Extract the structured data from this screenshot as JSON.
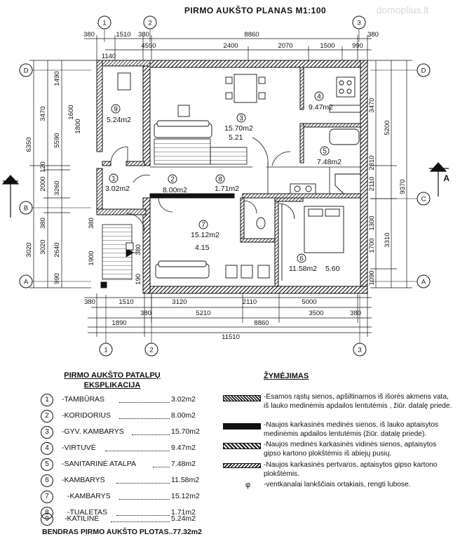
{
  "plan": {
    "title": "PIRMO AUKŠTO PLANAS M1:100",
    "watermark": "domoplius.lt",
    "section_marker": "A",
    "axes_vertical": [
      "1",
      "2",
      "3"
    ],
    "axes_horizontal": [
      "D",
      "C",
      "B",
      "A"
    ],
    "top_dims_row1": [
      "380",
      "1510",
      "380",
      "8860",
      "380"
    ],
    "top_dims_row2": [
      "1140",
      "4550",
      "2400",
      "2070",
      "1500",
      "990"
    ],
    "bottom_dims_row1": [
      "380",
      "1510",
      "3120",
      "2110",
      "5000"
    ],
    "bottom_dims_row2": [
      "380",
      "5210",
      "3500",
      "380"
    ],
    "bottom_dims_row3": [
      "1890",
      "8860"
    ],
    "bottom_dims_row4": [
      "11510"
    ],
    "left_dims_outer": [
      "6350",
      "3020"
    ],
    "left_dims_mid": [
      "3470",
      "120",
      "2000",
      "380",
      "3020"
    ],
    "left_dims_inner": [
      "1490",
      "1600",
      "5590",
      "3260",
      "2640",
      "990"
    ],
    "right_dims_outer": [
      "9370"
    ],
    "right_dims_mid": [
      "5200",
      "3310"
    ],
    "right_dims_inner": [
      "3470",
      "2810",
      "1700",
      "1090"
    ],
    "inner_labels": [
      "1800",
      "1900",
      "380",
      "1300",
      "2110",
      "190",
      "380"
    ],
    "rooms": [
      {
        "no": "1",
        "area": "3.02m2"
      },
      {
        "no": "2",
        "area": "8.00m2"
      },
      {
        "no": "3",
        "area": "15.70m2",
        "extra": "5.21"
      },
      {
        "no": "4",
        "area": "9.47m2"
      },
      {
        "no": "5",
        "area": "7.48m2"
      },
      {
        "no": "6",
        "area": "11.58m2",
        "extra": "5.60"
      },
      {
        "no": "7",
        "area": "15.12m2",
        "extra": "4.15"
      },
      {
        "no": "8",
        "area": "1.71m2"
      },
      {
        "no": "9",
        "area": "5.24m2"
      }
    ]
  },
  "explication": {
    "title_line1": "PIRMO AUKŠTO PATALPŲ",
    "title_line2": "EKSPLIKACIJA",
    "items": [
      {
        "no": "1",
        "name": "-TAMBŪRAS",
        "area": "3.02m2"
      },
      {
        "no": "2",
        "name": "-KORIDORIUS",
        "area": "8.00m2"
      },
      {
        "no": "3",
        "name": "-GYV. KAMBARYS",
        "area": "15.70m2"
      },
      {
        "no": "4",
        "name": "-VIRTUVĖ",
        "area": "9.47m2"
      },
      {
        "no": "5",
        "name": "-SANITARINĖ ATALPA",
        "area": "7.48m2"
      },
      {
        "no": "6",
        "name": "-KAMBARYS",
        "area": "11.58m2"
      },
      {
        "no": "7",
        "name": "-KAMBARYS",
        "area": "15.12m2"
      },
      {
        "no": "8",
        "name": "-TUALETAS",
        "area": "1.71m2"
      },
      {
        "no": "9",
        "name": "-KATILINĖ",
        "area": "5.24m2"
      }
    ],
    "total": "BENDRAS PIRMO AUKŠTO PLOTAS..77.32m2"
  },
  "legend": {
    "title": "ŽYMĖJIMAS",
    "items": [
      {
        "text": "-Esamos rąstų sienos, apšiltinamos iš išorės akmens vata, iš lauko medinėmis apdailos lentutėmis , žiūr. datalę priede."
      },
      {
        "text": "-Naujos karkasinės medinės sienos, iš lauko aptaisytos medinėmis apdailos lentutėmis (žiūr. datalę priede)."
      },
      {
        "text": "-Naujos medinės karkasinės vidinės sienos, aptaisytos gipso kartono plokštėmis iš abiejų pusių."
      },
      {
        "text": "-Naujos karkasinės pertvaros, aptaisytos gipso kartono plokštėmis."
      },
      {
        "symbol": "φ",
        "text": "-ventkanalai lankščiais ortakiais, rengti lubose."
      }
    ]
  },
  "colors": {
    "ink": "#111111",
    "paper": "#ffffff",
    "watermark": "#d9d9d9"
  }
}
